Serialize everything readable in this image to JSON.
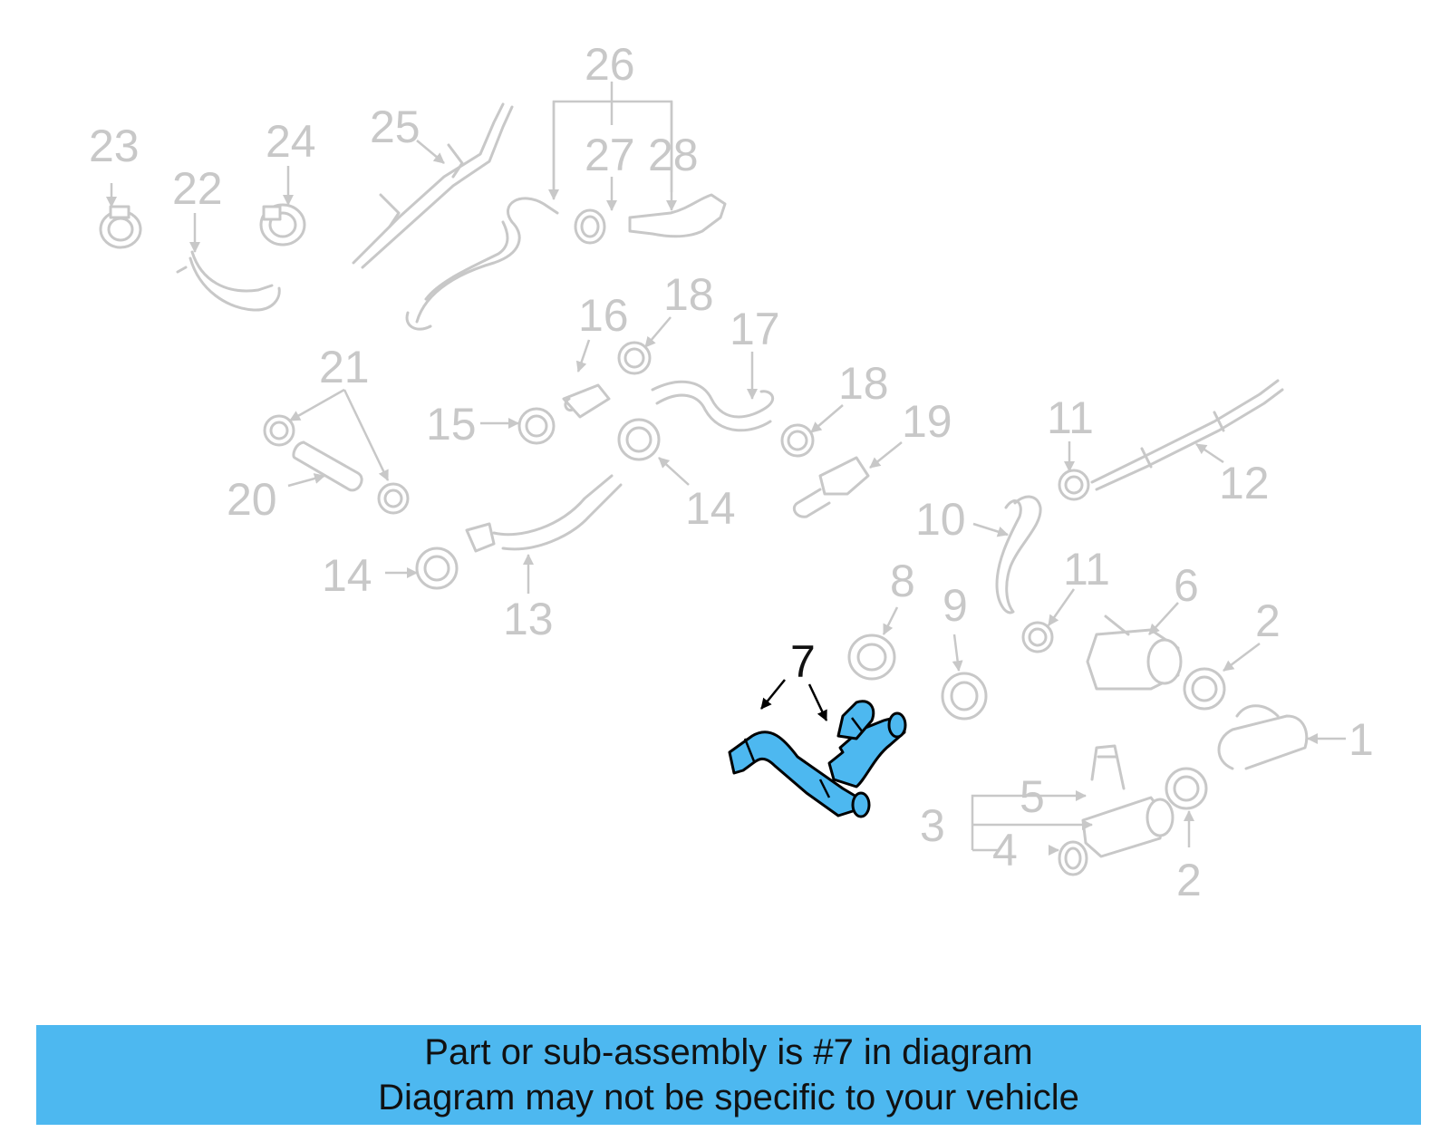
{
  "callouts": [
    "1",
    "2",
    "2",
    "3",
    "4",
    "5",
    "6",
    "7",
    "8",
    "9",
    "10",
    "11",
    "11",
    "12",
    "13",
    "14",
    "14",
    "15",
    "16",
    "17",
    "18",
    "18",
    "19",
    "20",
    "21",
    "22",
    "23",
    "24",
    "25",
    "26",
    "27",
    "28"
  ],
  "highlight": {
    "part_number": "7",
    "color": "#4db8f0"
  },
  "banner": {
    "line1": "Part or sub-assembly is #7 in diagram",
    "line2": "Diagram may not be specific to your vehicle",
    "background": "#4db8f0"
  }
}
